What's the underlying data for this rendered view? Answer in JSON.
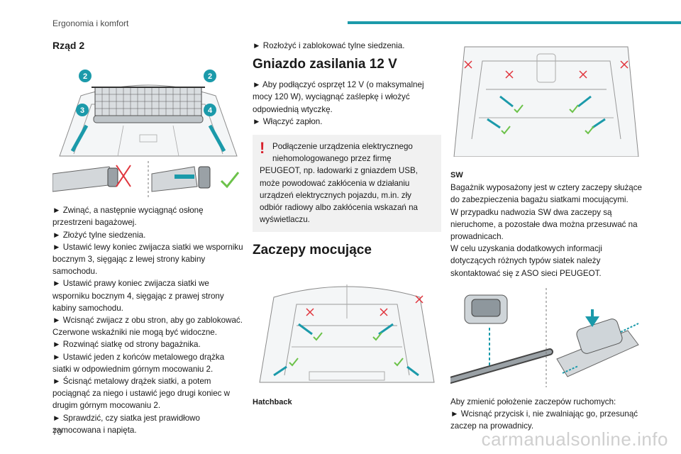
{
  "header": {
    "section": "Ergonomia i komfort"
  },
  "page_number": "70",
  "watermark": "carmanualsonline.info",
  "colors": {
    "accent": "#1b9aaa",
    "warning": "#d8202c",
    "ok": "#6cc24a",
    "wrong": "#e0343c"
  },
  "col1": {
    "heading": "Rząd 2",
    "figure_callouts": [
      "2",
      "2",
      "3",
      "4"
    ],
    "steps": [
      "► Zwinąć, a następnie wyciągnąć osłonę przestrzeni bagażowej.",
      "► Złożyć tylne siedzenia.",
      "► Ustawić lewy koniec zwijacza siatki we wsporniku bocznym 3, sięgając z lewej strony kabiny samochodu.",
      "► Ustawić prawy koniec zwijacza siatki we wsporniku bocznym 4, sięgając z prawej strony kabiny samochodu.",
      "► Wcisnąć zwijacz z obu stron, aby go zablokować. Czerwone wskaźniki nie mogą być widoczne.",
      "► Rozwinąć siatkę od strony bagażnika.",
      "► Ustawić jeden z końców metalowego drążka siatki w odpowiednim górnym mocowaniu 2.",
      "► Ścisnąć metalowy drążek siatki, a potem pociągnąć za niego i ustawić jego drugi koniec w drugim górnym mocowaniu 2.",
      "► Sprawdzić, czy siatka jest prawidłowo zamocowana i napięta."
    ]
  },
  "col2": {
    "intro_step": "► Rozłożyć i zablokować tylne siedzenia.",
    "power_heading": "Gniazdo zasilania 12 V",
    "power_steps": [
      "► Aby podłączyć osprzęt 12 V (o maksymalnej mocy 120 W), wyciągnąć zaślepkę i włożyć odpowiednią wtyczkę.",
      "► Włączyć zapłon."
    ],
    "warning_first": "Podłączenie urządzenia elektrycznego niehomologowanego przez firmę",
    "warning_rest": "PEUGEOT, np. ładowarki z gniazdem USB, może powodować zakłócenia w działaniu urządzeń elektrycznych pojazdu, m.in. zły odbiór radiowy albo zakłócenia wskazań na wyświetlaczu.",
    "hooks_heading": "Zaczepy mocujące",
    "figure_caption": "Hatchback"
  },
  "col3": {
    "sw_label": "SW",
    "sw_paragraphs": [
      "Bagażnik wyposażony jest w cztery zaczepy służące do zabezpieczenia bagażu siatkami mocującymi.",
      "W przypadku nadwozia SW dwa zaczepy są nieruchome, a pozostałe dwa można przesuwać na prowadnicach.",
      "W celu uzyskania dodatkowych informacji dotyczących różnych typów siatek należy skontaktować się z ASO sieci PEUGEOT."
    ],
    "move_intro": "Aby zmienić położenie zaczepów ruchomych:",
    "move_step": "► Wcisnąć przycisk i, nie zwalniając go, przesunąć zaczep na prowadnicy."
  }
}
